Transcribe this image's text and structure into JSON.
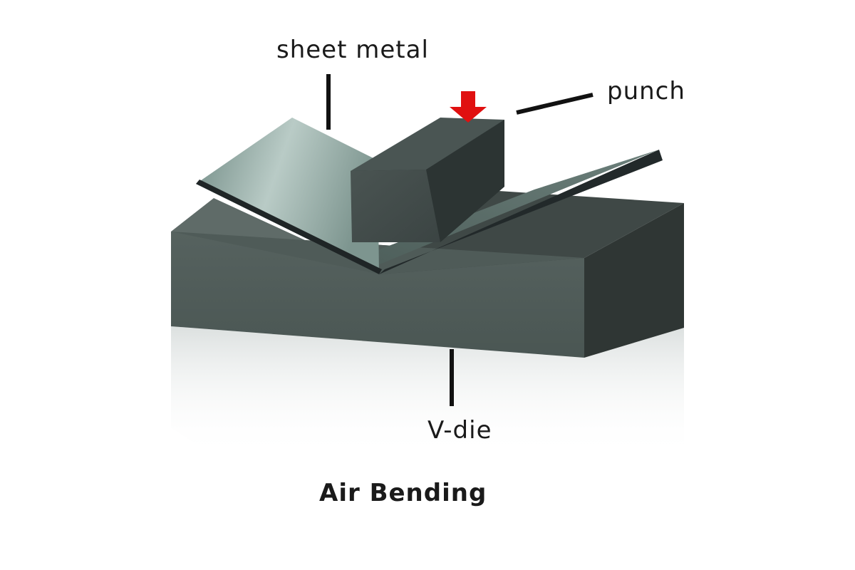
{
  "labels": {
    "sheet_metal": "sheet metal",
    "punch": "punch",
    "v_die": "V-die"
  },
  "caption": "Air Bending",
  "colors": {
    "background": "#ffffff",
    "die": "#4b5654",
    "punch": "#3e4746",
    "sheet_metal": "#8fa7a1",
    "force_arrow": "#e01010",
    "leader_lines": "#111111"
  },
  "icons": {
    "force_arrow": "down-arrow-icon"
  }
}
